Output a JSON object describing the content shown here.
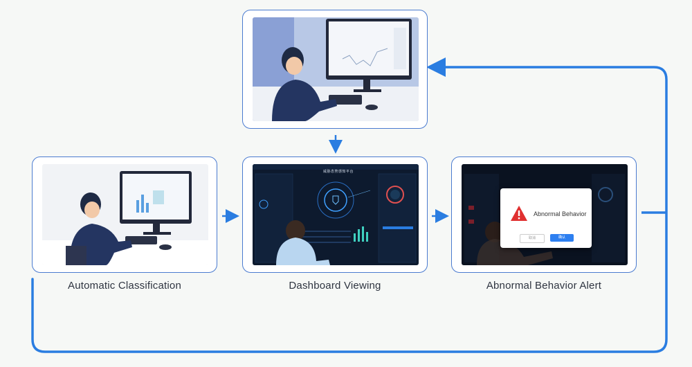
{
  "diagram": {
    "steps": [
      {
        "id": "monitoring",
        "caption": ""
      },
      {
        "id": "classification",
        "caption": "Automatic Classification"
      },
      {
        "id": "dashboard",
        "caption": "Dashboard Viewing"
      },
      {
        "id": "alert",
        "caption": "Abnormal Behavior Alert"
      }
    ],
    "alert_dialog": {
      "title": "Abnormal Behavior",
      "cancel_label": "取消",
      "confirm_label": "确认"
    },
    "dashboard_header": "威胁态势感知平台",
    "colors": {
      "accent": "#2a7de1",
      "panel_border": "#4a7bd0",
      "caption_text": "#2e3440",
      "dashboard_bg": "#0d1a2e",
      "alert_red": "#e03030"
    }
  }
}
